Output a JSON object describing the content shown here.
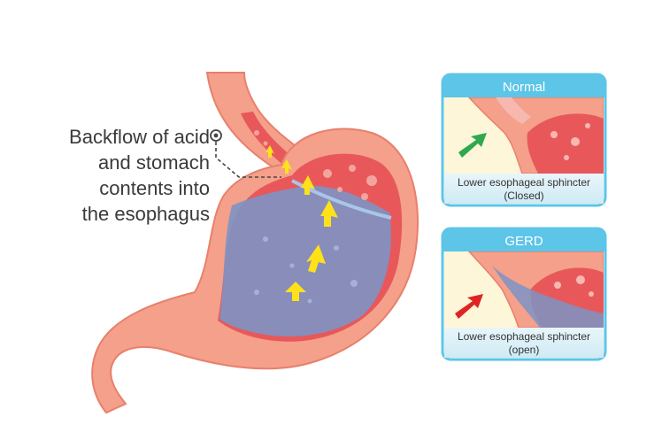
{
  "callout": {
    "lines": [
      "Backflow of acid",
      "and stomach",
      "contents into",
      "the esophagus"
    ]
  },
  "panels": [
    {
      "title": "Normal",
      "caption_line1": "Lower esophageal sphincter",
      "caption_line2": "(Closed)",
      "arrow_color": "#2fa84f",
      "state": "closed"
    },
    {
      "title": "GERD",
      "caption_line1": "Lower esophageal sphincter",
      "caption_line2": "(open)",
      "arrow_color": "#e02424",
      "state": "open"
    }
  ],
  "colors": {
    "stomach_wall": "#f4a08a",
    "stomach_outline": "#e8806c",
    "lining": "#e8585a",
    "acid": "#7d93c4",
    "panel_header": "#5cc5e8",
    "panel_bg": "#fdf6d8",
    "flow_arrow": "#ffe11a"
  },
  "icons": {
    "callout_marker": "target-dot-icon",
    "flow_arrows": "arrow-up-icon"
  }
}
